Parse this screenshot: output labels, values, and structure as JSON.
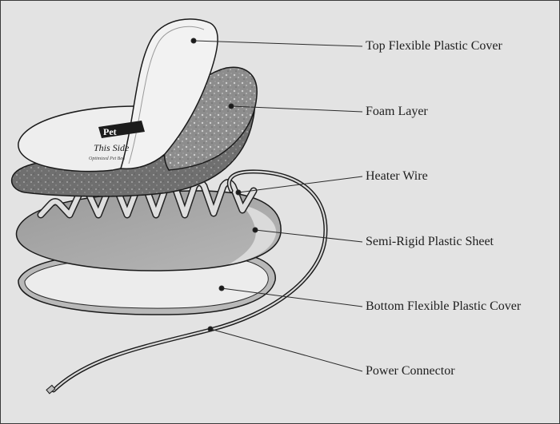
{
  "diagram": {
    "labels": [
      {
        "id": "top-cover",
        "text": "Top Flexible Plastic Cover"
      },
      {
        "id": "foam",
        "text": "Foam Layer"
      },
      {
        "id": "heater",
        "text": "Heater Wire"
      },
      {
        "id": "sheet",
        "text": "Semi-Rigid Plastic Sheet"
      },
      {
        "id": "bottom-cover",
        "text": "Bottom Flexible Plastic Cover"
      },
      {
        "id": "power",
        "text": "Power Connector"
      }
    ],
    "product_text": {
      "brand": "Pet",
      "side": "This Side",
      "fine_print": "Optimized Pet Bed"
    }
  }
}
